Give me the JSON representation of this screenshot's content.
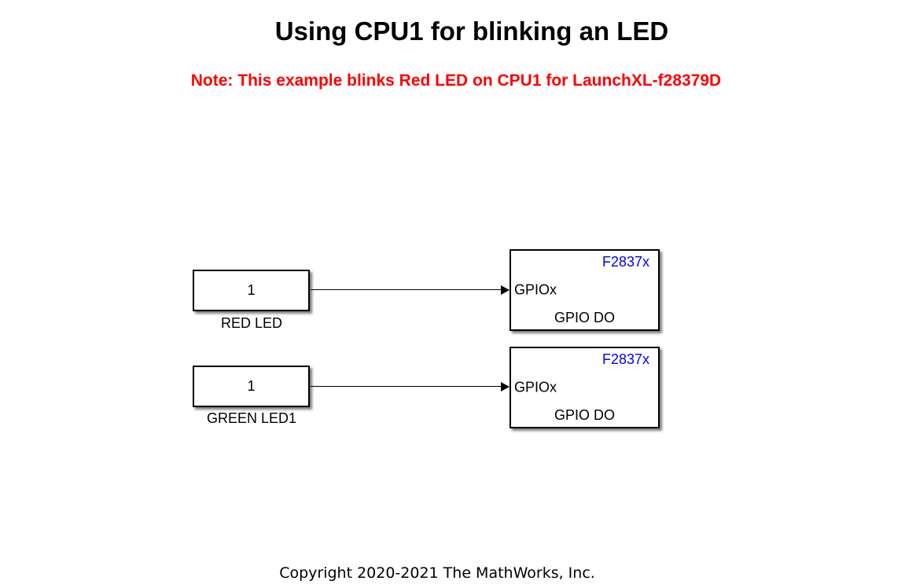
{
  "annotations": {
    "title": "Using CPU1 for blinking an LED",
    "note": "Note: This example blinks Red LED on CPU1 for LaunchXL-f28379D",
    "copyright": "Copyright 2020-2021 The MathWorks, Inc."
  },
  "colors": {
    "canvas_bg": "#ffffff",
    "note_text": "#ff0000",
    "chip_label": "#0000ff",
    "block_border": "#000000",
    "signal_line": "#000000"
  },
  "blocks": {
    "red_constant": {
      "value": "1",
      "name": "RED LED"
    },
    "green_constant": {
      "value": "1",
      "name": "GREEN LED1"
    },
    "gpio_do_1": {
      "chip_label": "F2837x",
      "input_port": "GPIOx",
      "type_label": "GPIO DO"
    },
    "gpio_do_2": {
      "chip_label": "F2837x",
      "input_port": "GPIOx",
      "type_label": "GPIO DO"
    }
  }
}
